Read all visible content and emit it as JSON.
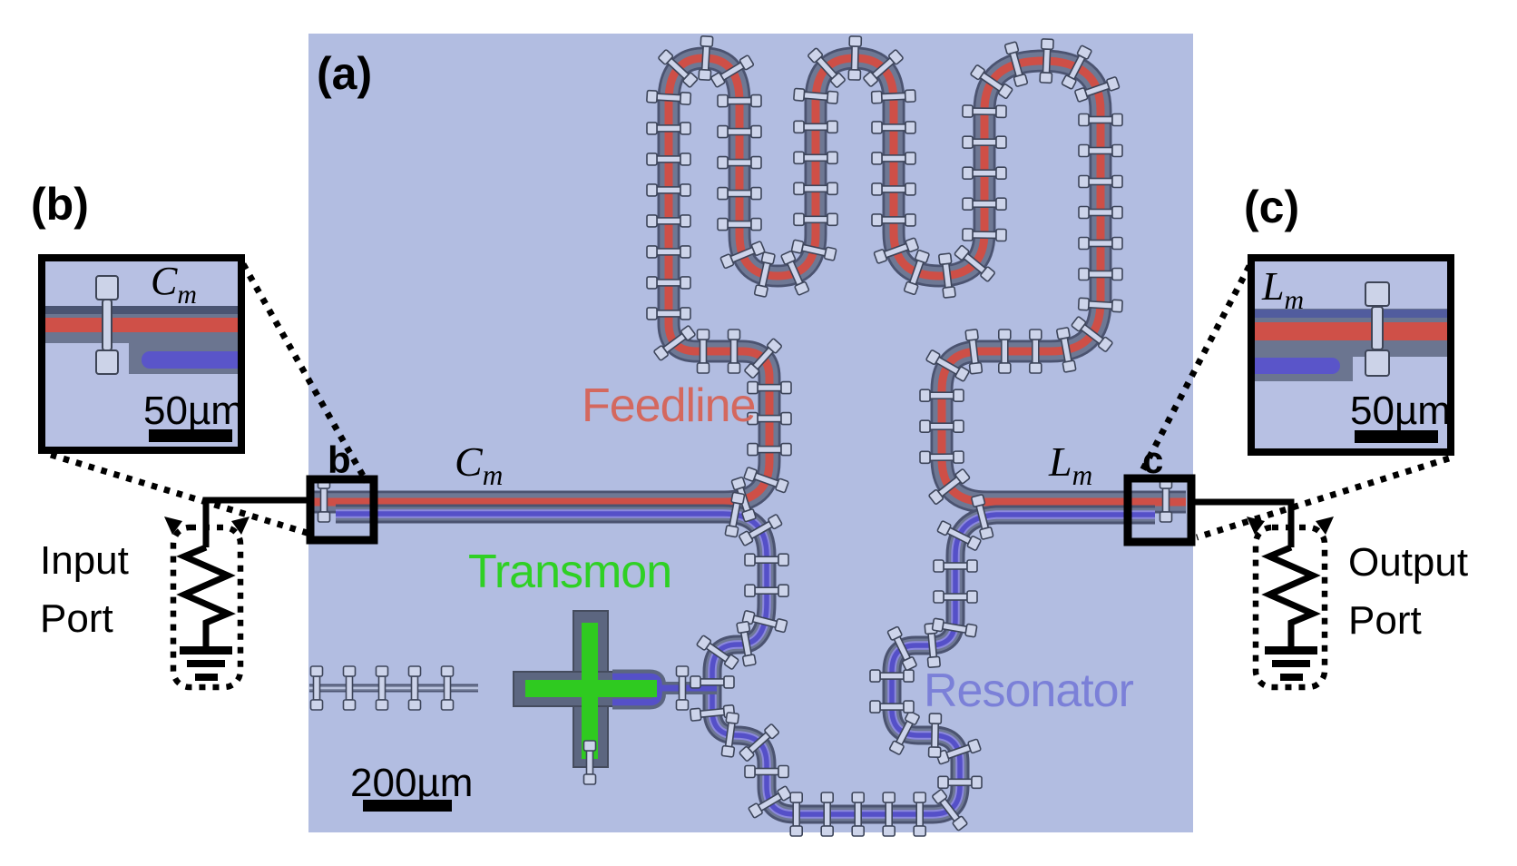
{
  "panels": {
    "a": "(a)",
    "b": "(b)",
    "c": "(c)"
  },
  "chip": {
    "feedline_label": "Feedline",
    "transmon_label": "Transmon",
    "resonator_label": "Resonator",
    "cm_base": "C",
    "cm_sub": "m",
    "lm_base": "L",
    "lm_sub": "m",
    "marker_b": "b",
    "marker_c": "c",
    "scale_label": "200µm"
  },
  "inset_b": {
    "coupling_base": "C",
    "coupling_sub": "m",
    "scale_label": "50µm"
  },
  "inset_c": {
    "coupling_base": "L",
    "coupling_sub": "m",
    "scale_label": "50µm"
  },
  "ports": {
    "input_line1": "Input",
    "input_line2": "Port",
    "output_line1": "Output",
    "output_line2": "Port"
  },
  "colors": {
    "chip_bg": "#b2bde1",
    "inset_bg": "#b7c0e3",
    "cpw_dark": "#4b5370",
    "cpw_gray": "#6e7894",
    "feedline_red": "#ce4f47",
    "resonator_purple": "#5550c8",
    "resonator_light": "#8b88dd",
    "bridge_fill": "#cdd4ea",
    "bridge_stroke": "#3d455a",
    "transmon_green": "#2fca20",
    "transmon_gray": "#5c6680",
    "label_feedline": "#d4685e",
    "label_transmon": "#2fd024",
    "label_resonator": "#7b80d8"
  }
}
